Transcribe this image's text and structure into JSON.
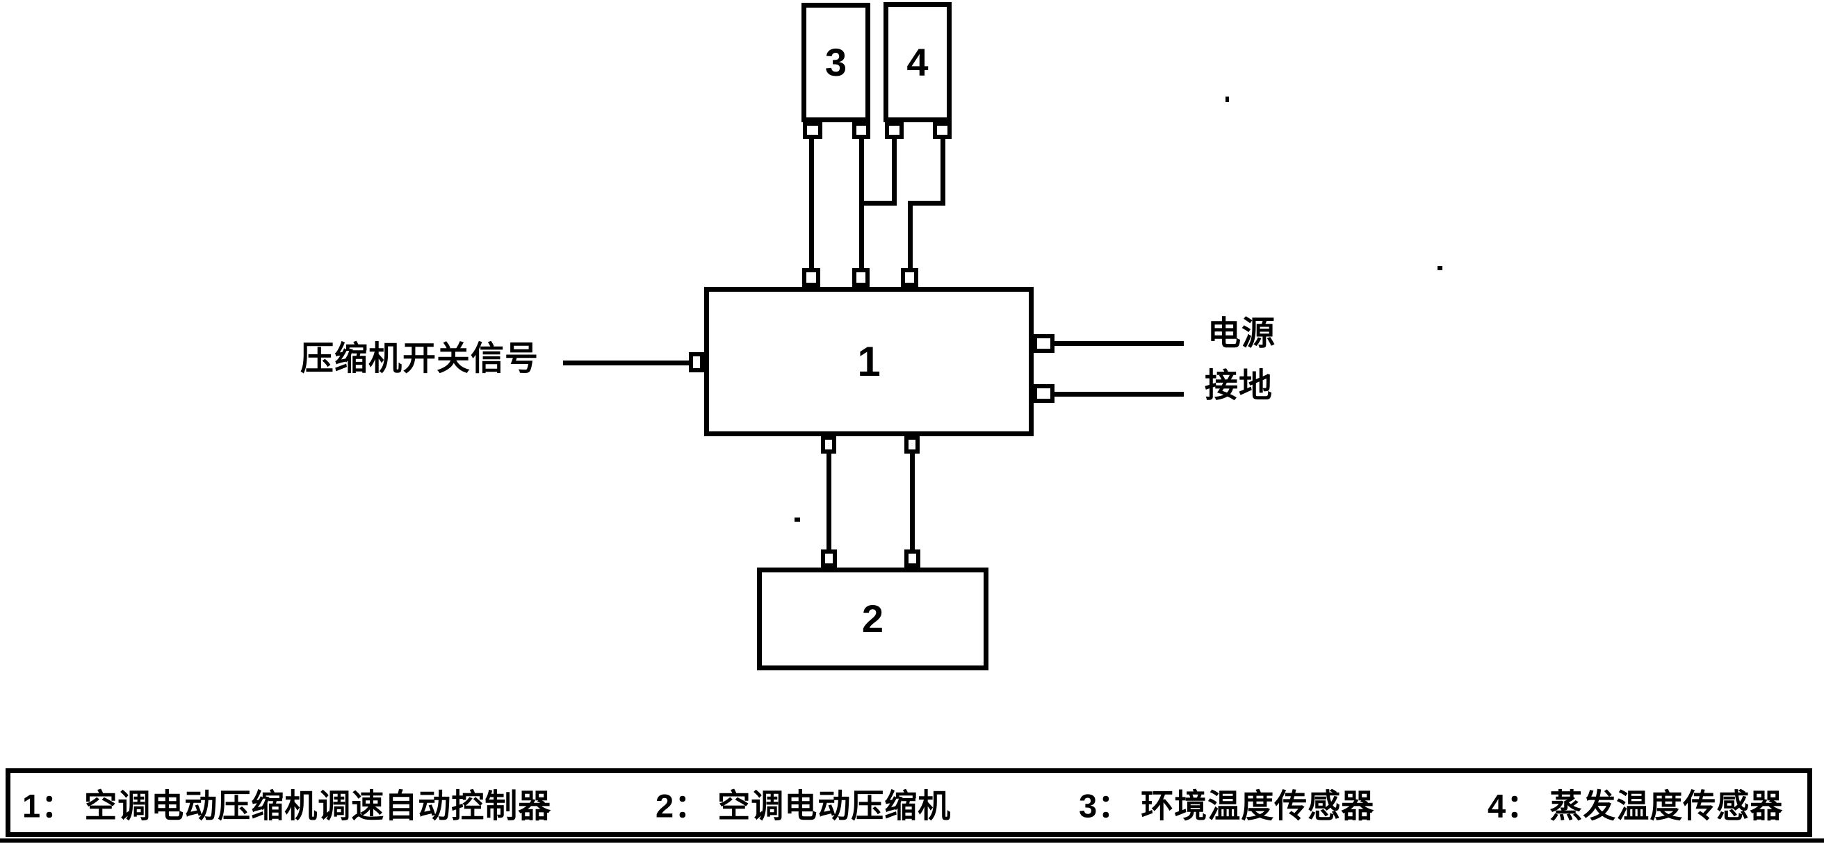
{
  "diagram": {
    "boxes": {
      "controller": {
        "number": "1"
      },
      "compressor": {
        "number": "2"
      },
      "ambient_sensor": {
        "number": "3"
      },
      "evap_sensor": {
        "number": "4"
      }
    },
    "labels": {
      "switch_signal": "压缩机开关信号",
      "power": "电源",
      "ground": "接地"
    },
    "legend": {
      "items": [
        {
          "label": "1： 空调电动压缩机调速自动控制器"
        },
        {
          "label": "2： 空调电动压缩机"
        },
        {
          "label": "3： 环境温度传感器"
        },
        {
          "label": "4： 蒸发温度传感器"
        }
      ]
    },
    "colors": {
      "line": "#000000",
      "background": "#ffffff"
    }
  }
}
